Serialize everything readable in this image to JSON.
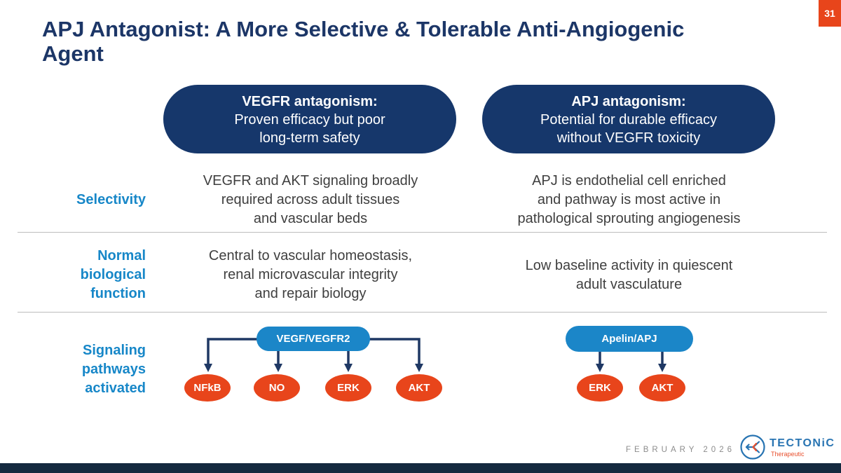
{
  "slide": {
    "page_number": "31",
    "title_lines": [
      "APJ Antagonist: A More Selective & Tolerable Anti-Angiogenic",
      "Agent"
    ]
  },
  "pills": [
    {
      "title": "VEGFR antagonism:",
      "lines": [
        "Proven efficacy but poor",
        "long-term safety"
      ]
    },
    {
      "title": "APJ antagonism:",
      "lines": [
        "Potential for durable efficacy",
        "without VEGFR toxicity"
      ]
    }
  ],
  "rows": [
    {
      "label_lines": [
        "Selectivity"
      ],
      "vegfr_lines": [
        "VEGFR and AKT signaling broadly",
        "required across adult tissues",
        "and vascular beds"
      ],
      "apj_lines": [
        "APJ is endothelial cell enriched",
        "and pathway is most active in",
        "pathological sprouting angiogenesis"
      ]
    },
    {
      "label_lines": [
        "Normal",
        "biological",
        "function"
      ],
      "vegfr_lines": [
        "Central to vascular homeostasis,",
        "renal microvascular integrity",
        "and repair biology"
      ],
      "apj_lines": [
        "Low baseline activity in quiescent",
        "adult vasculature"
      ]
    },
    {
      "label_lines": [
        "Signaling",
        "pathways",
        "activated"
      ]
    }
  ],
  "diagrams": {
    "vegfr": {
      "source": "VEGF/VEGFR2",
      "targets": [
        "NFkB",
        "NO",
        "ERK",
        "AKT"
      ]
    },
    "apj": {
      "source": "Apelin/APJ",
      "targets": [
        "ERK",
        "AKT"
      ]
    }
  },
  "footer": {
    "date": "FEBRUARY 2026",
    "logo_text": "TECTONiC",
    "logo_subtext": "Therapeutic"
  },
  "colors": {
    "navy": "#16376B",
    "navy_title": "#1C3667",
    "accent_blue": "#1787C8",
    "box_blue": "#1B86C8",
    "orange": "#E8451B",
    "arrow_navy": "#1F3864",
    "divider_gray": "#BDBDBD",
    "body_text": "#3F3F3F",
    "date_gray": "#8C8C8C",
    "logo_blue": "#2874B2",
    "logo_red": "#E8502E",
    "bar_navy": "#14293F"
  }
}
